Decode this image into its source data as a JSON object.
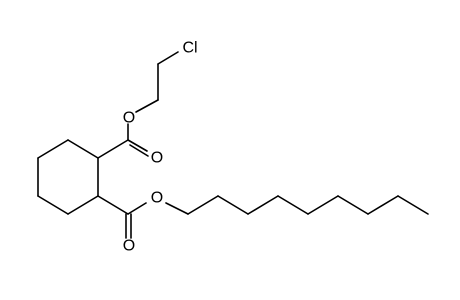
{
  "molecule": {
    "atoms": {
      "chlorine": "Cl",
      "ester_oxygen_upper": "O",
      "carbonyl_oxygen_upper": "O",
      "ester_oxygen_lower": "O",
      "carbonyl_oxygen_lower": "O"
    }
  },
  "colors": {
    "bond": "#000000",
    "label": "#000000",
    "background": "#ffffff"
  }
}
